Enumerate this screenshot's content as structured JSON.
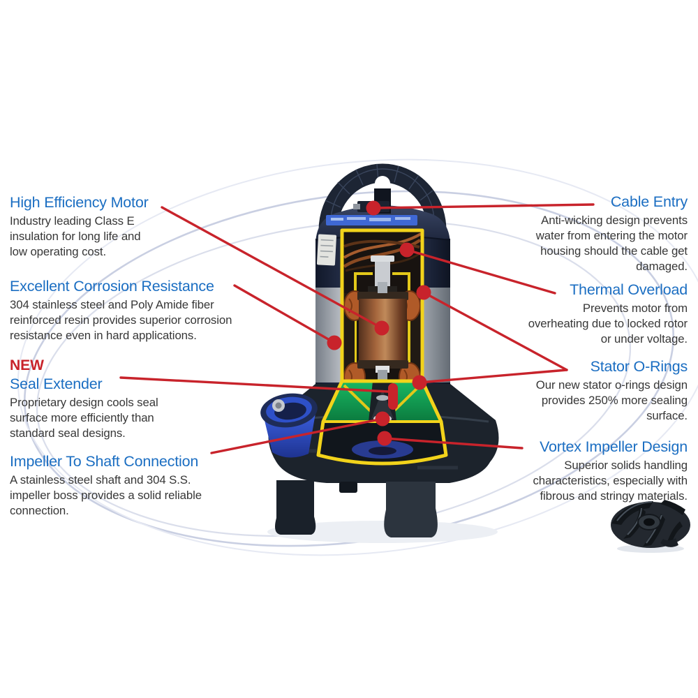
{
  "palette": {
    "background": "#ffffff",
    "heading_blue": "#1b6ec2",
    "accent_red": "#c8232b",
    "body_text": "#373737",
    "swoosh_blue_gray": "#c9cfe2",
    "cutaway_yellow": "#f2d31b",
    "resin_green": "#14a157",
    "rotor_copper": "#a4653c",
    "port_blue": "#2e50c8",
    "pump_navy": "#232c44",
    "steel_silver": "#d9dce0"
  },
  "callouts_left": [
    {
      "heading": "High Efficiency Motor",
      "body_lines": [
        "Industry leading Class E",
        "insulation for long life and",
        "low operating cost."
      ]
    },
    {
      "heading": "Excellent Corrosion Resistance",
      "body_lines": [
        "304 stainless steel and Poly Amide fiber",
        "reinforced resin provides superior corrosion",
        "resistance even in hard applications."
      ]
    },
    {
      "tag": "NEW",
      "heading": "Seal Extender",
      "body_lines": [
        "Proprietary design cools seal",
        "surface more efficiently than",
        "standard seal designs."
      ]
    },
    {
      "heading": "Impeller To Shaft Connection",
      "body_lines": [
        "A stainless steel shaft and 304 S.S.",
        "impeller boss provides a solid reliable",
        "connection."
      ]
    }
  ],
  "callouts_right": [
    {
      "heading": "Cable Entry",
      "body_lines": [
        "Anti-wicking design prevents",
        "water from entering the motor",
        "housing should the cable get",
        "damaged."
      ]
    },
    {
      "heading": "Thermal Overload",
      "body_lines": [
        "Prevents motor from",
        "overheating due to locked rotor",
        "or under voltage."
      ]
    },
    {
      "heading": "Stator O-Rings",
      "body_lines": [
        "Our new stator o-rings design",
        "provides 250% more sealing",
        "surface."
      ]
    },
    {
      "heading": "Vortex Impeller Design",
      "body_lines": [
        "Superior solids handling",
        "characteristics, especially with",
        "fibrous and stringy materials."
      ]
    }
  ]
}
